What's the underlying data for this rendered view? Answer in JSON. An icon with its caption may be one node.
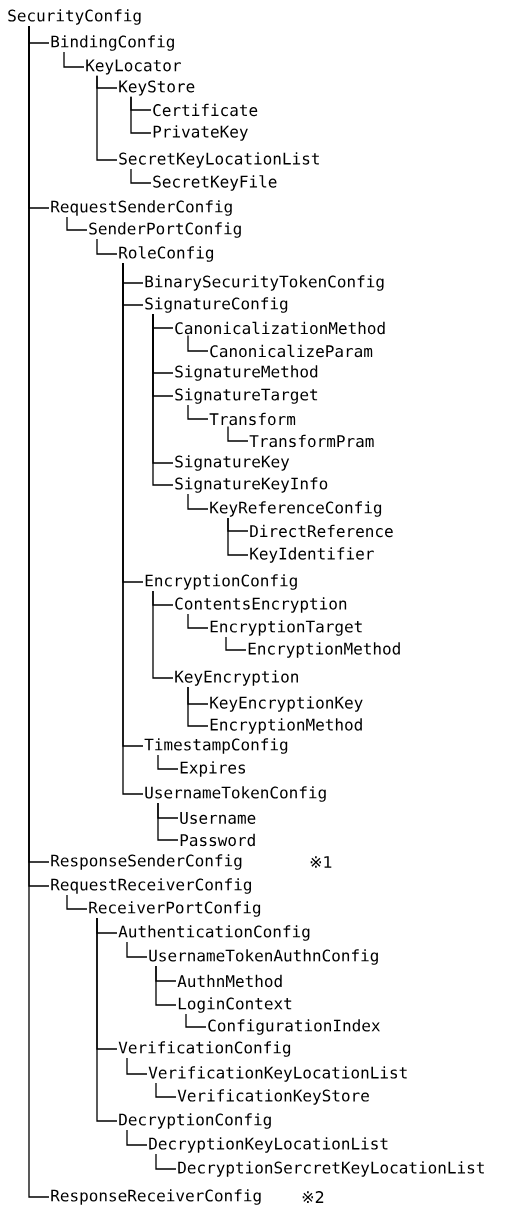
{
  "diagram": {
    "nodes": [
      {
        "text": [
          "SecurityConfig"
        ]
      },
      {
        "text": [
          "BindingConfig"
        ]
      },
      {
        "text": [
          "KeyLocator"
        ]
      },
      {
        "text": [
          "KeyStore"
        ]
      },
      {
        "text": [
          "Certificate"
        ]
      },
      {
        "text": [
          "PrivateKey"
        ]
      },
      {
        "text": [
          "SecretKeyLocationList"
        ]
      },
      {
        "text": [
          "SecretKeyFile"
        ]
      },
      {
        "text": [
          "RequestSenderConfig"
        ]
      },
      {
        "text": [
          "SenderPortConfig"
        ]
      },
      {
        "text": [
          "RoleConfig"
        ]
      },
      {
        "text": [
          "BinarySecurityTokenConfig"
        ]
      },
      {
        "text": [
          "SignatureConfig"
        ]
      },
      {
        "text": [
          "CanonicalizationMethod"
        ]
      },
      {
        "text": [
          "CanonicalizeParam"
        ]
      },
      {
        "text": [
          "SignatureMethod"
        ]
      },
      {
        "text": [
          "SignatureTarget"
        ]
      },
      {
        "text": [
          "Transform"
        ]
      },
      {
        "text": [
          "TransformPram"
        ]
      },
      {
        "text": [
          "SignatureKey"
        ]
      },
      {
        "text": [
          "SignatureKeyInfo"
        ]
      },
      {
        "text": [
          "KeyReferenceConfig"
        ]
      },
      {
        "text": [
          "DirectReference"
        ]
      },
      {
        "text": [
          "KeyIdentifier"
        ]
      },
      {
        "text": [
          "EncryptionConfig"
        ]
      },
      {
        "text": [
          "ContentsEncryption"
        ]
      },
      {
        "text": [
          "EncryptionTarget"
        ]
      },
      {
        "text": [
          "EncryptionMethod"
        ]
      },
      {
        "text": [
          "KeyEncryption"
        ]
      },
      {
        "text": [
          "KeyEncryptionKey"
        ]
      },
      {
        "text": [
          "EncryptionMethod"
        ]
      },
      {
        "text": [
          "TimestampConfig"
        ]
      },
      {
        "text": [
          "Expires"
        ]
      },
      {
        "text": [
          "UsernameTokenConfig"
        ]
      },
      {
        "text": [
          "Username"
        ]
      },
      {
        "text": [
          "Password"
        ]
      },
      {
        "text": [
          "ResponseSenderConfig"
        ],
        "beside": [
          "※1"
        ]
      },
      {
        "text": [
          "RequestReceiverConfig"
        ]
      },
      {
        "text": [
          "ReceiverPortConfig"
        ]
      },
      {
        "text": [
          "AuthenticationConfig"
        ]
      },
      {
        "text": [
          "UsernameTokenAuthnConfig"
        ]
      },
      {
        "text": [
          "AuthnMethod"
        ]
      },
      {
        "text": [
          "LoginContext"
        ]
      },
      {
        "text": [
          "ConfigurationIndex"
        ]
      },
      {
        "text": [
          "VerificationConfig"
        ]
      },
      {
        "text": [
          "VerificationKeyLocationList"
        ]
      },
      {
        "text": [
          "VerificationKeyStore"
        ]
      },
      {
        "text": [
          "DecryptionConfig"
        ]
      },
      {
        "text": [
          "DecryptionKeyLocationList"
        ]
      },
      {
        "text": [
          "DecryptionSercretKeyLocationList"
        ]
      },
      {
        "text": [
          "ResponseReceiverConfig"
        ],
        "beside": [
          "※2"
        ]
      }
    ],
    "edges": [
      {
        "from": 0,
        "to": 1,
        "arrow": "none"
      },
      {
        "from": 1,
        "to": 2,
        "arrow": "none"
      },
      {
        "from": 2,
        "to": 3,
        "arrow": "none"
      },
      {
        "from": 3,
        "to": 4,
        "arrow": "none"
      },
      {
        "from": 3,
        "to": 5,
        "arrow": "none"
      },
      {
        "from": 2,
        "to": 6,
        "arrow": "none"
      },
      {
        "from": 6,
        "to": 7,
        "arrow": "none"
      },
      {
        "from": 0,
        "to": 8,
        "arrow": "none"
      },
      {
        "from": 8,
        "to": 9,
        "arrow": "none"
      },
      {
        "from": 9,
        "to": 10,
        "arrow": "none"
      },
      {
        "from": 10,
        "to": 11,
        "arrow": "none"
      },
      {
        "from": 10,
        "to": 12,
        "arrow": "none"
      },
      {
        "from": 12,
        "to": 13,
        "arrow": "none"
      },
      {
        "from": 13,
        "to": 14,
        "arrow": "none"
      },
      {
        "from": 12,
        "to": 15,
        "arrow": "none"
      },
      {
        "from": 12,
        "to": 16,
        "arrow": "none"
      },
      {
        "from": 16,
        "to": 17,
        "arrow": "none"
      },
      {
        "from": 17,
        "to": 18,
        "arrow": "none"
      },
      {
        "from": 12,
        "to": 19,
        "arrow": "none"
      },
      {
        "from": 12,
        "to": 20,
        "arrow": "none"
      },
      {
        "from": 20,
        "to": 21,
        "arrow": "none"
      },
      {
        "from": 21,
        "to": 22,
        "arrow": "none"
      },
      {
        "from": 21,
        "to": 23,
        "arrow": "none"
      },
      {
        "from": 10,
        "to": 24,
        "arrow": "none"
      },
      {
        "from": 24,
        "to": 25,
        "arrow": "none"
      },
      {
        "from": 25,
        "to": 26,
        "arrow": "none"
      },
      {
        "from": 26,
        "to": 27,
        "arrow": "none"
      },
      {
        "from": 24,
        "to": 28,
        "arrow": "none"
      },
      {
        "from": 28,
        "to": 29,
        "arrow": "none"
      },
      {
        "from": 28,
        "to": 30,
        "arrow": "none"
      },
      {
        "from": 10,
        "to": 31,
        "arrow": "none"
      },
      {
        "from": 31,
        "to": 32,
        "arrow": "none"
      },
      {
        "from": 10,
        "to": 33,
        "arrow": "none"
      },
      {
        "from": 33,
        "to": 34,
        "arrow": "none"
      },
      {
        "from": 33,
        "to": 35,
        "arrow": "none"
      },
      {
        "from": 0,
        "to": 36,
        "arrow": "none"
      },
      {
        "from": 0,
        "to": 37,
        "arrow": "none"
      },
      {
        "from": 37,
        "to": 38,
        "arrow": "none"
      },
      {
        "from": 38,
        "to": 39,
        "arrow": "none"
      },
      {
        "from": 39,
        "to": 40,
        "arrow": "none"
      },
      {
        "from": 40,
        "to": 41,
        "arrow": "none"
      },
      {
        "from": 40,
        "to": 42,
        "arrow": "none"
      },
      {
        "from": 42,
        "to": 43,
        "arrow": "none"
      },
      {
        "from": 38,
        "to": 44,
        "arrow": "none"
      },
      {
        "from": 44,
        "to": 45,
        "arrow": "none"
      },
      {
        "from": 45,
        "to": 46,
        "arrow": "none"
      },
      {
        "from": 38,
        "to": 47,
        "arrow": "none"
      },
      {
        "from": 47,
        "to": 48,
        "arrow": "none"
      },
      {
        "from": 48,
        "to": 49,
        "arrow": "none"
      },
      {
        "from": 0,
        "to": 50,
        "arrow": "none"
      }
    ]
  }
}
